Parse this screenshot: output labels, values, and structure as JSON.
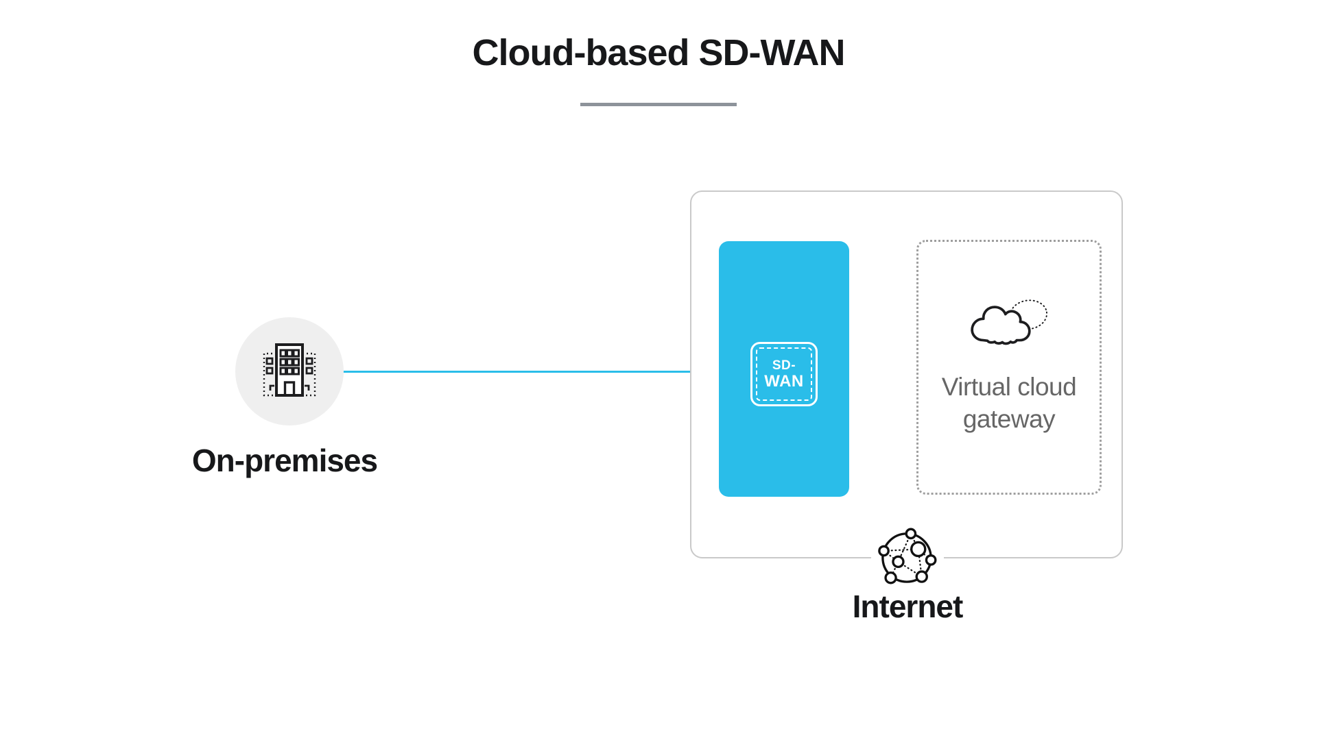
{
  "title": "Cloud-based SD-WAN",
  "nodes": {
    "on_premises": {
      "label": "On-premises"
    },
    "sdwan": {
      "badge_line1": "SD-",
      "badge_line2": "WAN"
    },
    "gateway": {
      "label": "Virtual cloud gateway"
    },
    "internet": {
      "label": "Internet"
    }
  },
  "icons": {
    "building": "building-icon",
    "cloud": "cloud-icon",
    "globe": "internet-globe-icon"
  },
  "colors": {
    "accent_blue": "#2abde9",
    "circle_fill": "#efefef",
    "outer_box_border": "#c9c9c9",
    "dotted_border": "#9e9e9e",
    "underline": "#8d939a",
    "text_dark": "#17181a",
    "text_gray": "#666666",
    "icon_stroke": "#1d1d1f"
  }
}
